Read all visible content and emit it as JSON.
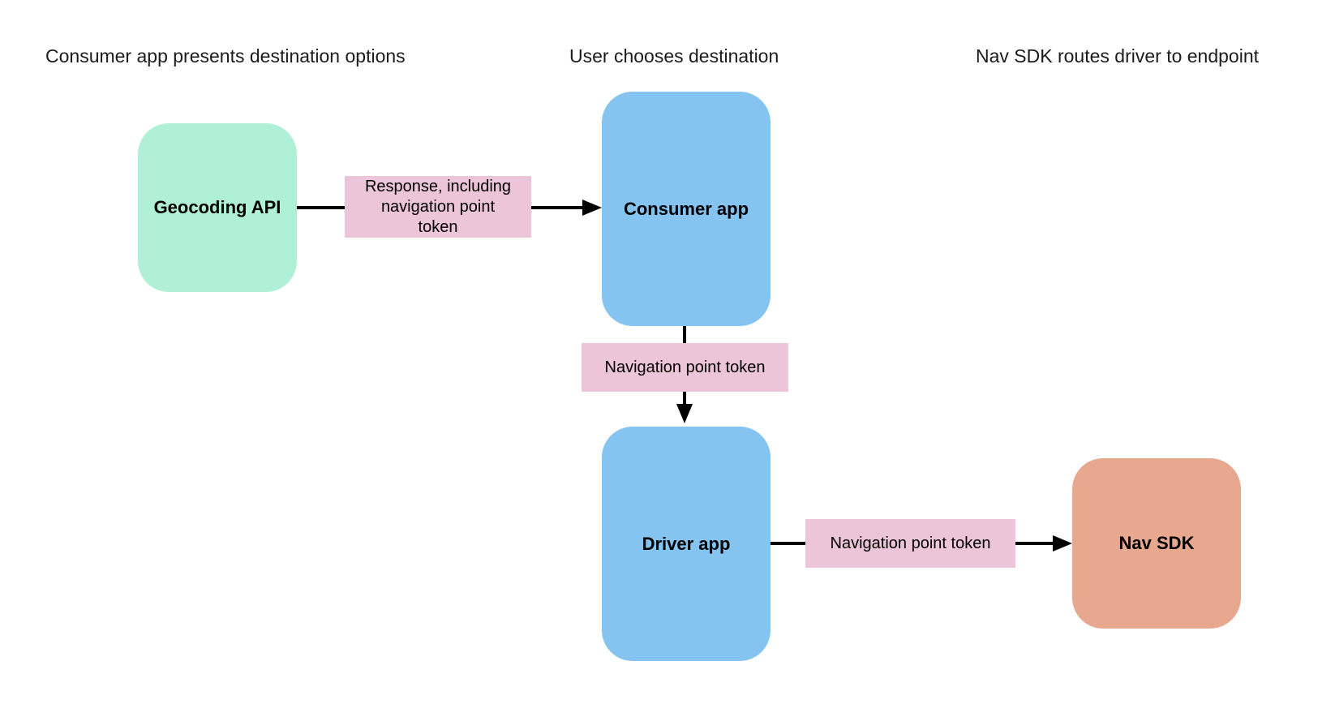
{
  "headers": [
    {
      "label": "Consumer app presents destination options"
    },
    {
      "label": "User chooses destination"
    },
    {
      "label": "Nav SDK routes driver to endpoint"
    }
  ],
  "nodes": [
    {
      "id": "geocoding-api",
      "label": "Geocoding API",
      "color": "#b0f0d8"
    },
    {
      "id": "consumer-app",
      "label": "Consumer app",
      "color": "#85c3f1"
    },
    {
      "id": "driver-app",
      "label": "Driver app",
      "color": "#85c3f1"
    },
    {
      "id": "nav-sdk",
      "label": "Nav SDK",
      "color": "#e8a88f"
    }
  ],
  "edges": [
    {
      "from": "geocoding-api",
      "to": "consumer-app",
      "label": "Response, including navigation point token",
      "label_bg": "#ecc5d8"
    },
    {
      "from": "consumer-app",
      "to": "driver-app",
      "label": "Navigation point token",
      "label_bg": "#ecc5d8"
    },
    {
      "from": "driver-app",
      "to": "nav-sdk",
      "label": "Navigation point token",
      "label_bg": "#ecc5d8"
    }
  ],
  "colors": {
    "background": "#ffffff",
    "arrow": "#000000",
    "text": "#000000"
  }
}
